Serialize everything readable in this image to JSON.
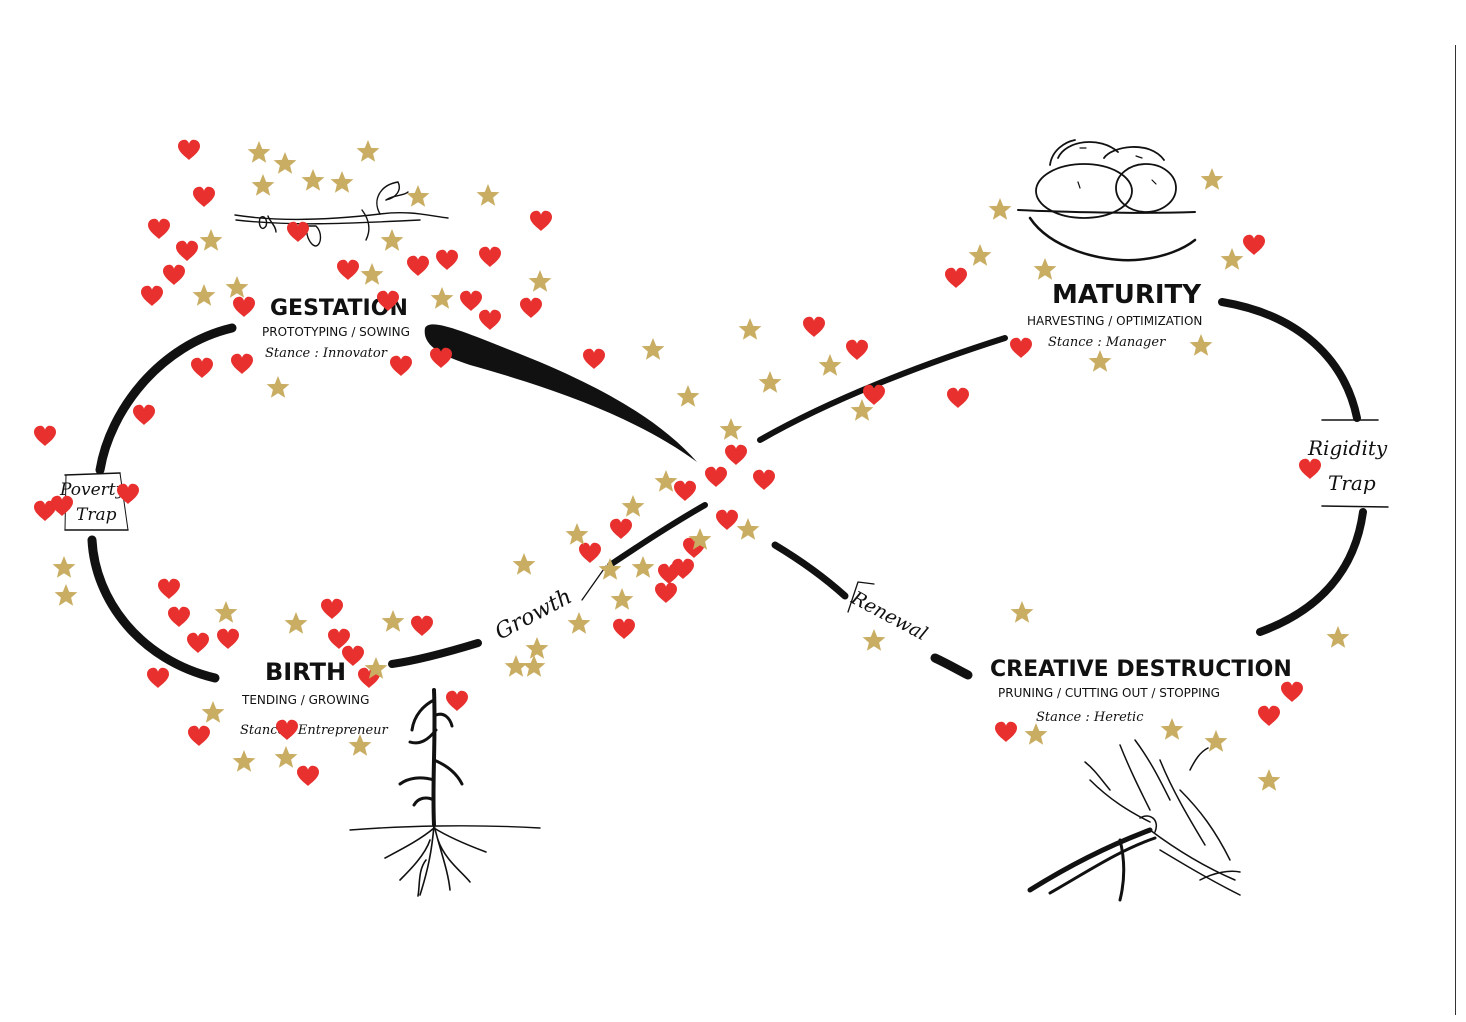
{
  "stages": {
    "gestation": {
      "title": "GESTATION",
      "activity": "PROTOTYPING / SOWING",
      "stance": "Stance : Innovator"
    },
    "birth": {
      "title": "BIRTH",
      "activity": "TENDING / GROWING",
      "stance": "Stance : Entrepreneur"
    },
    "maturity": {
      "title": "MATURITY",
      "activity": "HARVESTING / OPTIMIZATION",
      "stance": "Stance : Manager"
    },
    "creative_destruction": {
      "title": "CREATIVE DESTRUCTION",
      "activity": "PRUNING / CUTTING OUT / STOPPING",
      "stance": "Stance : Heretic"
    }
  },
  "transitions": {
    "growth": "Growth",
    "renewal": "Renewal"
  },
  "traps": {
    "poverty": {
      "line1": "Poverty",
      "line2": "Trap"
    },
    "rigidity": {
      "line1": "Rigidity",
      "line2": "Trap"
    }
  },
  "colors": {
    "ink": "#111111",
    "heart": "#e8312f",
    "star": "#c9ad63"
  },
  "icons": {
    "heart": "heart-icon",
    "star": "star-icon",
    "seedling": "seedling-illustration",
    "plant": "plant-illustration",
    "fruit_bowl": "fruit-bowl-illustration",
    "pruned_branches": "pruned-branches-illustration"
  }
}
